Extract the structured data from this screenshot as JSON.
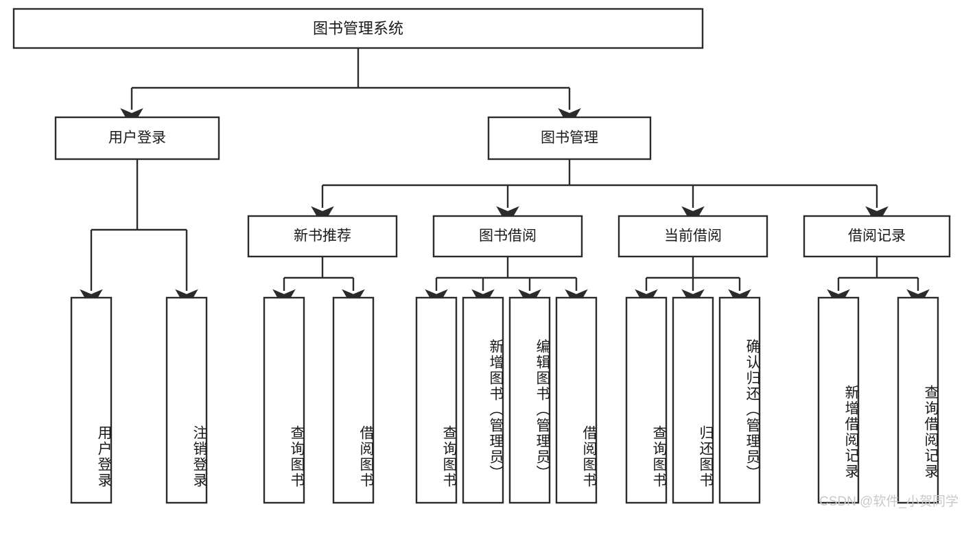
{
  "diagram": {
    "type": "tree",
    "title": "图书管理系统",
    "root": {
      "id": "root",
      "label": "图书管理系统",
      "level": 1
    },
    "level2": [
      {
        "id": "user-login",
        "label": "用户登录"
      },
      {
        "id": "book-manage",
        "label": "图书管理"
      }
    ],
    "level3": [
      {
        "id": "new-book-recommend",
        "label": "新书推荐",
        "parent": "book-manage"
      },
      {
        "id": "book-borrow",
        "label": "图书借阅",
        "parent": "book-manage"
      },
      {
        "id": "current-borrow",
        "label": "当前借阅",
        "parent": "book-manage"
      },
      {
        "id": "borrow-record",
        "label": "借阅记录",
        "parent": "book-manage"
      }
    ],
    "leaves": [
      {
        "id": "leaf-user-login",
        "label": "用户登录",
        "parent": "user-login"
      },
      {
        "id": "leaf-user-logout",
        "label": "注销登录",
        "parent": "user-login"
      },
      {
        "id": "leaf-query-book-1",
        "label": "查询图书",
        "parent": "new-book-recommend"
      },
      {
        "id": "leaf-borrow-book-1",
        "label": "借阅图书",
        "parent": "new-book-recommend"
      },
      {
        "id": "leaf-query-book-2",
        "label": "查询图书",
        "parent": "book-borrow"
      },
      {
        "id": "leaf-add-book",
        "label": "新增图书（管理员）",
        "parent": "book-borrow"
      },
      {
        "id": "leaf-edit-book",
        "label": "编辑图书（管理员）",
        "parent": "book-borrow"
      },
      {
        "id": "leaf-borrow-book-2",
        "label": "借阅图书",
        "parent": "book-borrow"
      },
      {
        "id": "leaf-query-book-3",
        "label": "查询图书",
        "parent": "current-borrow"
      },
      {
        "id": "leaf-return-book",
        "label": "归还图书",
        "parent": "current-borrow"
      },
      {
        "id": "leaf-confirm-return",
        "label": "确认归还（管理员）",
        "parent": "current-borrow"
      },
      {
        "id": "leaf-add-record",
        "label": "新增借阅记录",
        "parent": "borrow-record"
      },
      {
        "id": "leaf-query-record",
        "label": "查询借阅记录",
        "parent": "borrow-record"
      }
    ],
    "colors": {
      "stroke": "#2b2b2b",
      "fill": "#ffffff",
      "text": "#1a1a1a",
      "watermark": "#c9c9c9",
      "background": "#ffffff"
    }
  },
  "watermark": {
    "text": "CSDN @软件_小贺同学"
  }
}
